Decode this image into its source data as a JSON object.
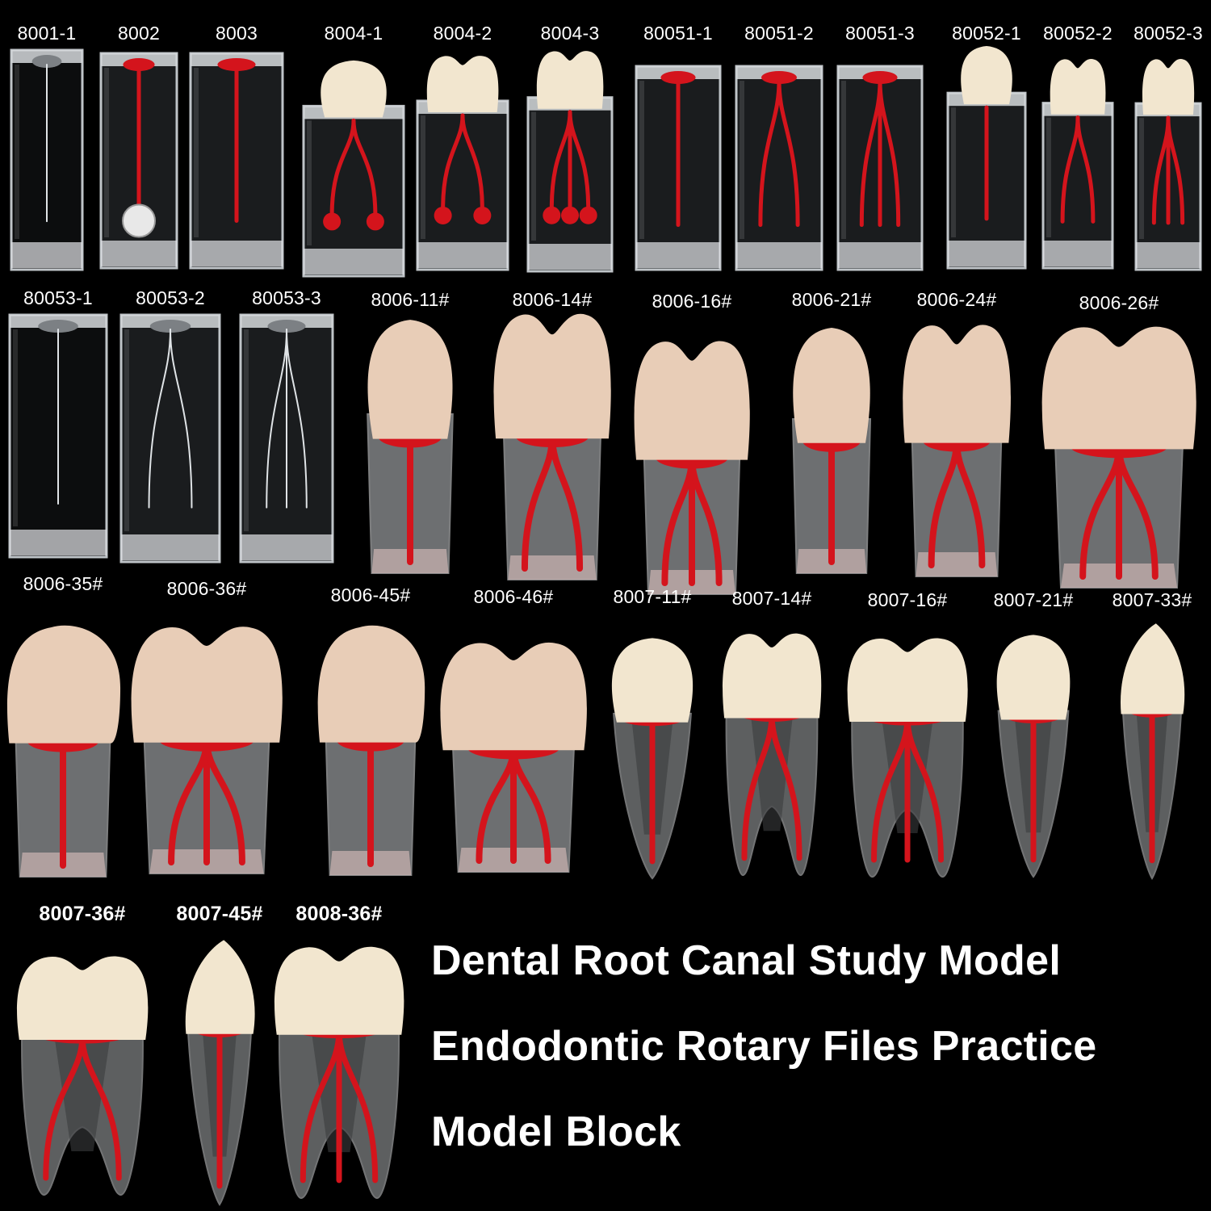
{
  "colors": {
    "background": "#000000",
    "resin": "#cfd3d6",
    "canal": "#d4141c",
    "crown": "#f2e6cf",
    "crown_pink": "#e8cdb7",
    "label": "#ffffff"
  },
  "rows": [
    {
      "label_style": "regular",
      "items": [
        {
          "code": "8001-1",
          "kind": "block",
          "crown": "none",
          "canals": 1,
          "lumen": "clear",
          "dark": true
        },
        {
          "code": "8002",
          "kind": "block",
          "crown": "none",
          "canals": 1,
          "lumen": "disc"
        },
        {
          "code": "8003",
          "kind": "block",
          "crown": "none",
          "canals": 1,
          "lumen": "curve"
        },
        {
          "code": "8004-1",
          "kind": "block",
          "crown": "incisor",
          "canals": 2,
          "lumen": "balls"
        },
        {
          "code": "8004-2",
          "kind": "block",
          "crown": "molar",
          "canals": 2,
          "lumen": "balls"
        },
        {
          "code": "8004-3",
          "kind": "block",
          "crown": "molar",
          "canals": 3,
          "lumen": "balls"
        },
        {
          "code": "80051-1",
          "kind": "block",
          "crown": "none",
          "canals": 1,
          "lumen": "red"
        },
        {
          "code": "80051-2",
          "kind": "block",
          "crown": "none",
          "canals": 2,
          "lumen": "red"
        },
        {
          "code": "80051-3",
          "kind": "block",
          "crown": "none",
          "canals": 3,
          "lumen": "red"
        },
        {
          "code": "80052-1",
          "kind": "block",
          "crown": "incisor",
          "canals": 1,
          "lumen": "red"
        },
        {
          "code": "80052-2",
          "kind": "block",
          "crown": "molar",
          "canals": 2,
          "lumen": "red"
        },
        {
          "code": "80052-3",
          "kind": "block",
          "crown": "molar",
          "canals": 3,
          "lumen": "red"
        }
      ]
    },
    {
      "label_style": "regular",
      "items": [
        {
          "code": "80053-1",
          "kind": "block",
          "crown": "none",
          "canals": 1,
          "lumen": "clear",
          "dark": true
        },
        {
          "code": "80053-2",
          "kind": "block",
          "crown": "none",
          "canals": 2,
          "lumen": "clear"
        },
        {
          "code": "80053-3",
          "kind": "block",
          "crown": "none",
          "canals": 3,
          "lumen": "clear"
        },
        {
          "code": "8006-11#",
          "kind": "tooth",
          "crown": "incisor",
          "canals": 1
        },
        {
          "code": "8006-14#",
          "kind": "tooth",
          "crown": "molar",
          "canals": 2
        },
        {
          "code": "8006-16#",
          "kind": "tooth",
          "crown": "molar",
          "canals": 3
        },
        {
          "code": "8006-21#",
          "kind": "tooth",
          "crown": "incisor",
          "canals": 1
        },
        {
          "code": "8006-24#",
          "kind": "tooth",
          "crown": "molar",
          "canals": 2
        },
        {
          "code": "8006-26#",
          "kind": "tooth",
          "crown": "molar",
          "canals": 3
        }
      ]
    },
    {
      "label_style": "regular",
      "items": [
        {
          "code": "8006-35#",
          "kind": "tooth",
          "crown": "premolar",
          "canals": 1
        },
        {
          "code": "8006-36#",
          "kind": "tooth",
          "crown": "molar",
          "canals": 3
        },
        {
          "code": "8006-45#",
          "kind": "tooth",
          "crown": "premolar",
          "canals": 1
        },
        {
          "code": "8006-46#",
          "kind": "tooth",
          "crown": "molar",
          "canals": 3
        },
        {
          "code": "8007-11#",
          "kind": "root",
          "crown": "incisor",
          "canals": 1
        },
        {
          "code": "8007-14#",
          "kind": "root",
          "crown": "molar",
          "canals": 2
        },
        {
          "code": "8007-16#",
          "kind": "root",
          "crown": "molar",
          "canals": 3
        },
        {
          "code": "8007-21#",
          "kind": "root",
          "crown": "incisor",
          "canals": 1
        },
        {
          "code": "8007-33#",
          "kind": "root",
          "crown": "canine",
          "canals": 1
        }
      ]
    },
    {
      "label_style": "bold",
      "items": [
        {
          "code": "8007-36#",
          "kind": "root",
          "crown": "molar",
          "canals": 2
        },
        {
          "code": "8007-45#",
          "kind": "root",
          "crown": "canine",
          "canals": 1
        },
        {
          "code": "8008-36#",
          "kind": "root",
          "crown": "molar",
          "canals": 3
        }
      ]
    }
  ],
  "title_lines": [
    "Dental Root Canal Study Model",
    "Endodontic Rotary Files Practice",
    "Model Block"
  ]
}
